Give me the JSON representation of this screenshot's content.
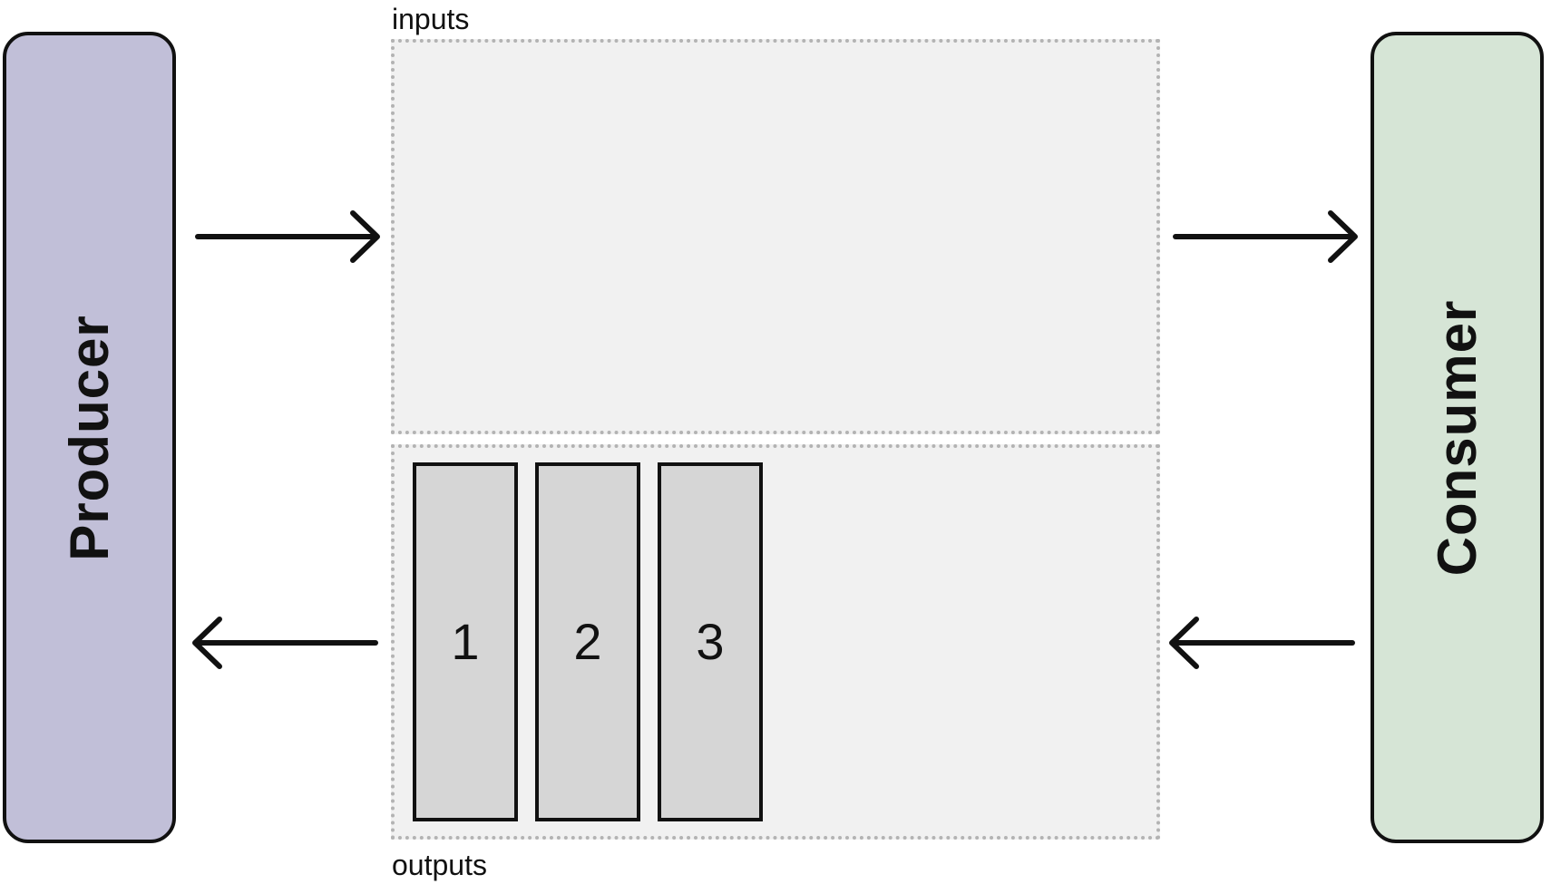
{
  "producer": {
    "label": "Producer",
    "color": "#c1bfd8"
  },
  "consumer": {
    "label": "Consumer",
    "color": "#d6e5d6"
  },
  "queues": {
    "inputs_label": "inputs",
    "outputs_label": "outputs",
    "fill_color": "#f1f1f1"
  },
  "items": [
    {
      "label": "1"
    },
    {
      "label": "2"
    },
    {
      "label": "3"
    }
  ],
  "item_color": "#d6d6d6",
  "arrows": [
    {
      "name": "producer-to-inputs-arrow",
      "direction": "right"
    },
    {
      "name": "inputs-to-consumer-arrow",
      "direction": "right"
    },
    {
      "name": "outputs-to-producer-arrow",
      "direction": "left"
    },
    {
      "name": "consumer-to-outputs-arrow",
      "direction": "left"
    }
  ]
}
